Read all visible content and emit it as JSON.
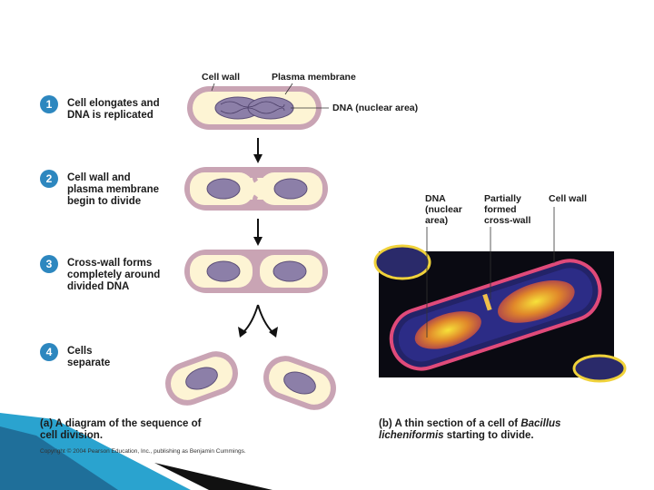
{
  "steps": [
    {
      "num": "1",
      "text": "Cell elongates and DNA is replicated"
    },
    {
      "num": "2",
      "text": "Cell wall and plasma membrane begin to divide"
    },
    {
      "num": "3",
      "text": "Cross-wall forms completely around divided DNA"
    },
    {
      "num": "4",
      "text": "Cells separate"
    }
  ],
  "labels": {
    "cell_wall": "Cell wall",
    "plasma_membrane": "Plasma membrane",
    "dna_nuclear_area": "DNA (nuclear area)",
    "micro_dna": "DNA (nuclear area)",
    "micro_crosswall": "Partially formed cross-wall",
    "micro_cellwall": "Cell wall"
  },
  "captions": {
    "a_bold": "(a) A diagram of the sequence of cell division.",
    "b_bold_1": "(b) A thin section of a cell of ",
    "b_italic": "Bacillus licheniformis",
    "b_bold_2": " starting to divide."
  },
  "copyright": "Copyright © 2004 Pearson Education, Inc., publishing as Benjamin Cummings.",
  "colors": {
    "badge": "#2d87bf",
    "cell_wall": "#c9a4b4",
    "cytoplasm": "#fdf4d4",
    "dna": "#8c7fa8",
    "accent_blue": "#2aa3cf"
  }
}
